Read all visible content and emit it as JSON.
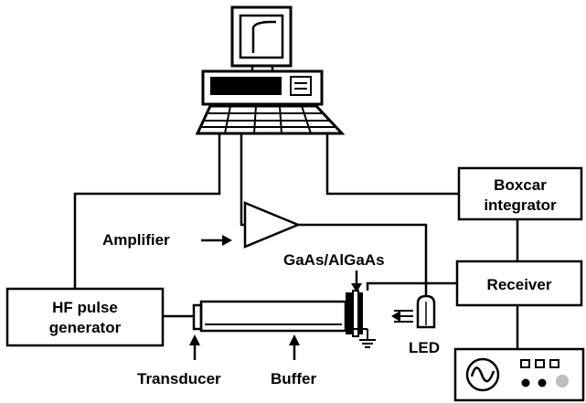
{
  "labels": {
    "boxcar_line1": "Boxcar",
    "boxcar_line2": "integrator",
    "receiver": "Receiver",
    "hf_line1": "HF pulse",
    "hf_line2": "generator",
    "amplifier": "Amplifier",
    "sample": "GaAs/AlGaAs",
    "led": "LED",
    "transducer": "Transducer",
    "buffer": "Buffer"
  },
  "icons": [
    "computer-icon",
    "amplifier-triangle-icon",
    "led-icon",
    "ground-icon",
    "sine-wave-icon"
  ],
  "colors": {
    "line": "#000000",
    "background": "#ffffff",
    "led_gray": "#bdbdbd"
  }
}
